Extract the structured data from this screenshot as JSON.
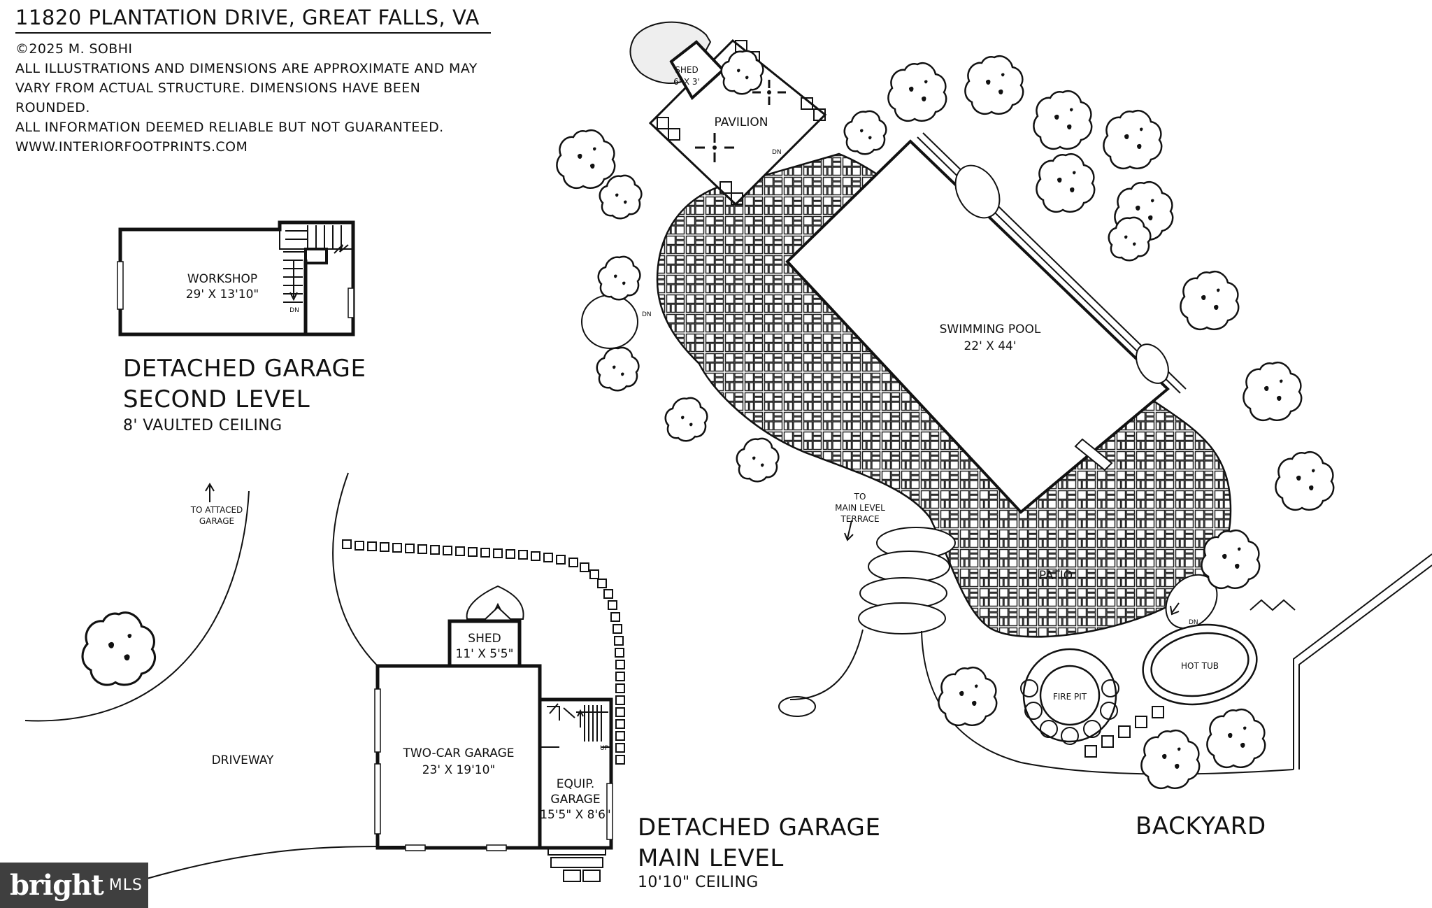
{
  "header": {
    "title": "11820 PLANTATION DRIVE, GREAT FALLS, VA",
    "copyright": "©2025 M. SOBHI",
    "disclaimer_1": "ALL ILLUSTRATIONS AND DIMENSIONS ARE APPROXIMATE AND MAY",
    "disclaimer_2": "VARY FROM ACTUAL STRUCTURE. DIMENSIONS HAVE BEEN ROUNDED.",
    "disclaimer_3": "ALL INFORMATION DEEMED RELIABLE BUT NOT GUARANTEED.",
    "website": "WWW.INTERIORFOOTPRINTS.COM"
  },
  "second_level": {
    "heading_1": "DETACHED GARAGE",
    "heading_2": "SECOND LEVEL",
    "ceiling": "8' VAULTED CEILING",
    "workshop_name": "WORKSHOP",
    "workshop_dims": "29' X 13'10\"",
    "stair_label": "DN"
  },
  "main_level": {
    "heading_1": "DETACHED GARAGE",
    "heading_2": "MAIN LEVEL",
    "ceiling": "10'10\" CEILING",
    "shed_name": "SHED",
    "shed_dims": "11' X 5'5\"",
    "garage_name": "TWO-CAR GARAGE",
    "garage_dims": "23' X 19'10\"",
    "equip_name_1": "EQUIP.",
    "equip_name_2": "GARAGE",
    "equip_dims": "15'5\" X 8'6\"",
    "stair_label": "UP",
    "driveway": "DRIVEWAY",
    "to_garage_1": "TO ATTACED",
    "to_garage_2": "GARAGE"
  },
  "backyard": {
    "heading": "BACKYARD",
    "pool_name": "SWIMMING POOL",
    "pool_dims": "22' X 44'",
    "patio": "PATIO",
    "pavilion": "PAVILION",
    "shed_name": "SHED",
    "shed_dims": "6' X 3'",
    "fire_pit": "FIRE PIT",
    "hot_tub": "HOT TUB",
    "terrace_1": "TO",
    "terrace_2": "MAIN LEVEL",
    "terrace_3": "TERRACE",
    "dn_label": "DN"
  },
  "watermark": {
    "brand": "bright",
    "mls": "MLS"
  }
}
